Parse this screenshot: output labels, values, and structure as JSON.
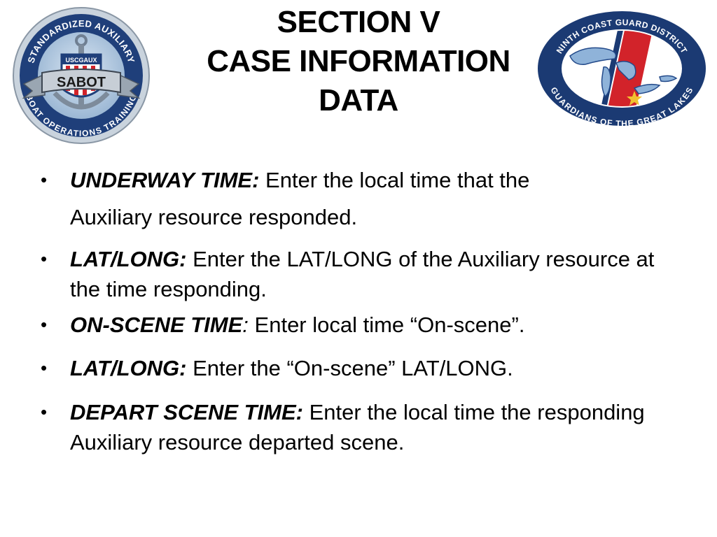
{
  "slide": {
    "title_lines": [
      "SECTION V",
      "CASE INFORMATION",
      "DATA"
    ],
    "bullets": [
      {
        "label": "UNDERWAY TIME:",
        "text_line1": " Enter the local time that the",
        "text_line2": "Auxiliary resource responded."
      },
      {
        "label": "LAT/LONG:",
        "text": " Enter the LAT/LONG of the Auxiliary resource at the time responding."
      },
      {
        "label": "ON-SCENE TIME",
        "colon": ":",
        "text": " Enter local time “On-scene”."
      },
      {
        "label": "LAT/LONG:",
        "text": " Enter the “On-scene” LAT/LONG."
      },
      {
        "label": "DEPART SCENE TIME:",
        "text": " Enter the local time the responding Auxiliary resource departed scene."
      }
    ]
  },
  "logos": {
    "left": {
      "ring_top": "STANDARDIZED AUXILIARY",
      "ring_bottom": "BOAT OPERATIONS TRAINING",
      "badge": "USCGAUX",
      "banner": "SABOT"
    },
    "right": {
      "ring_top": "NINTH COAST GUARD DISTRICT",
      "ring_bottom": "GUARDIANS OF THE GREAT LAKES"
    }
  },
  "colors": {
    "navy": "#1e3a6e",
    "red": "#d2232a",
    "lake_blue": "#8fb3d9",
    "gold": "#f2c230",
    "title": "#000000"
  }
}
